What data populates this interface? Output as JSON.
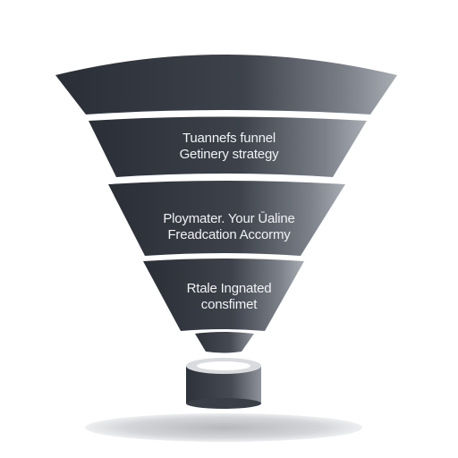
{
  "funnel": {
    "stages": [
      {
        "line1": "",
        "line2": ""
      },
      {
        "line1": "Tuannefs funnel",
        "line2": "Getinery strategy"
      },
      {
        "line1": "Ploymater. Your Ūaline",
        "line2": "Freadcation Accormy"
      },
      {
        "line1": "Rtale Ingnated",
        "line2": "consfimet"
      }
    ]
  },
  "colors": {
    "stage_dark": "#2c3038",
    "stage_light": "#9da2aa",
    "separator": "#ffffff",
    "base_shadow": "#c9cacd"
  }
}
